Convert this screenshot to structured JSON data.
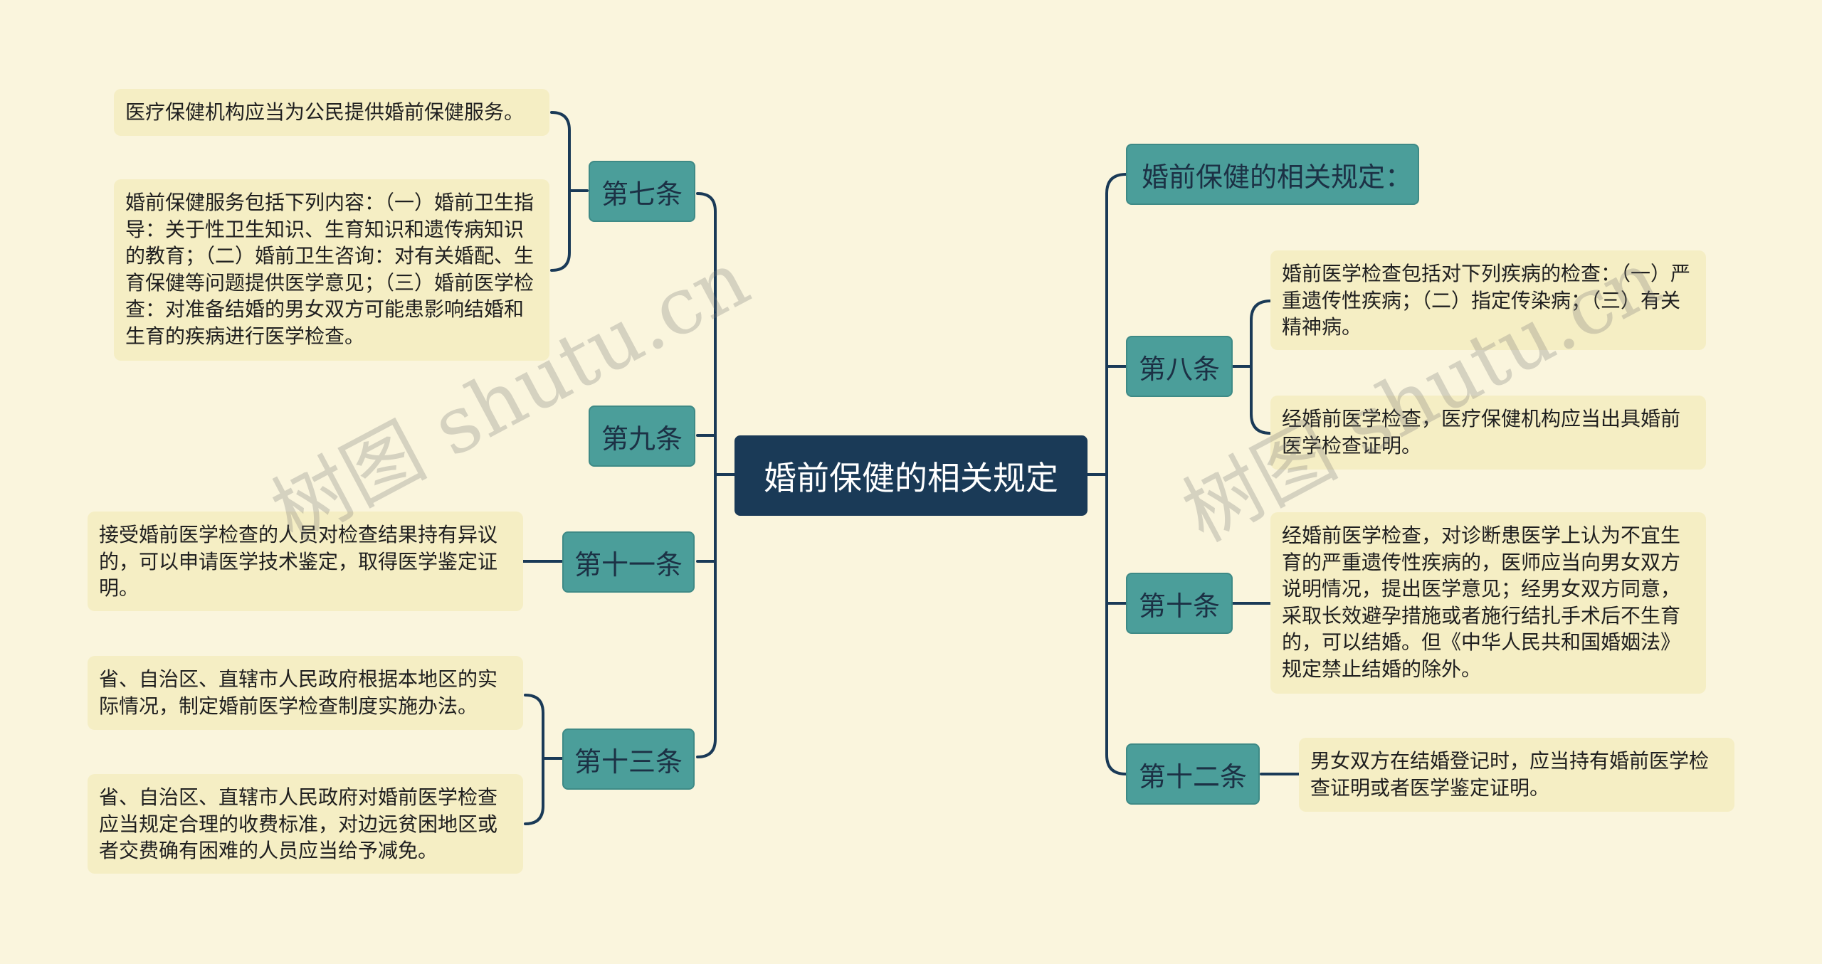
{
  "root": {
    "label": "婚前保健的相关规定"
  },
  "left": {
    "art7": {
      "label": "第七条",
      "items": [
        "医疗保健机构应当为公民提供婚前保健服务。",
        "婚前保健服务包括下列内容：（一）婚前卫生指导：关于性卫生知识、生育知识和遗传病知识的教育；（二）婚前卫生咨询：对有关婚配、生育保健等问题提供医学意见；（三）婚前医学检查：对准备结婚的男女双方可能患影响结婚和生育的疾病进行医学检查。"
      ]
    },
    "art9": {
      "label": "第九条"
    },
    "art11": {
      "label": "第十一条",
      "items": [
        "接受婚前医学检查的人员对检查结果持有异议的，可以申请医学技术鉴定，取得医学鉴定证明。"
      ]
    },
    "art13": {
      "label": "第十三条",
      "items": [
        "省、自治区、直辖市人民政府根据本地区的实际情况，制定婚前医学检查制度实施办法。",
        "省、自治区、直辖市人民政府对婚前医学检查应当规定合理的收费标准，对边远贫困地区或者交费确有困难的人员应当给予减免。"
      ]
    }
  },
  "right": {
    "intro": {
      "label": "婚前保健的相关规定："
    },
    "art8": {
      "label": "第八条",
      "items": [
        "婚前医学检查包括对下列疾病的检查：（一）严重遗传性疾病；（二）指定传染病；（三）有关精神病。",
        "经婚前医学检查，医疗保健机构应当出具婚前医学检查证明。"
      ]
    },
    "art10": {
      "label": "第十条",
      "items": [
        "经婚前医学检查，对诊断患医学上认为不宜生育的严重遗传性疾病的，医师应当向男女双方说明情况，提出医学意见；经男女双方同意，采取长效避孕措施或者施行结扎手术后不生育的，可以结婚。但《中华人民共和国婚姻法》规定禁止结婚的除外。"
      ]
    },
    "art12": {
      "label": "第十二条",
      "items": [
        "男女双方在结婚登记时，应当持有婚前医学检查证明或者医学鉴定证明。"
      ]
    }
  },
  "watermark": "树图 shutu.cn",
  "colors": {
    "background": "#faf5dd",
    "root_fill": "#1a3a57",
    "branch_fill": "#4b9e9a",
    "leaf_fill": "#f5eec4",
    "connector": "#1a3a57"
  }
}
